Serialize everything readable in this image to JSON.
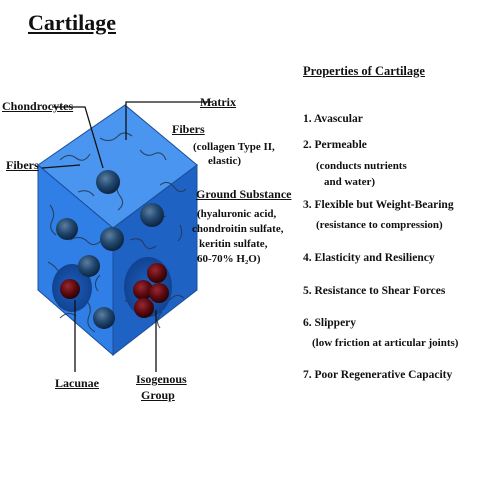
{
  "title": "Cartilage",
  "labels": {
    "chondrocytes": "Chondrocytes",
    "matrix": "Matrix",
    "fibers_left": "Fibers",
    "fibers_right": "Fibers",
    "fibers_detail_1": "(collagen Type II,",
    "fibers_detail_2": "elastic)",
    "ground_substance": "Ground Substance",
    "gs_detail_1": "(hyaluronic acid,",
    "gs_detail_2": "chondroitin sulfate,",
    "gs_detail_3": "keritin sulfate,",
    "gs_detail_4": "60-70% H₂O)",
    "lacunae": "Lacunae",
    "isogenous_1": "Isogenous",
    "isogenous_2": "Group"
  },
  "properties": {
    "heading": "Properties of Cartilage",
    "items": [
      {
        "label": "1. Avascular",
        "detail": ""
      },
      {
        "label": "2. Permeable",
        "detail": "(conducts nutrients",
        "detail2": "and water)"
      },
      {
        "label": "3. Flexible but Weight-Bearing",
        "detail": "(resistance to compression)"
      },
      {
        "label": "4. Elasticity and Resiliency",
        "detail": ""
      },
      {
        "label": "5. Resistance to Shear Forces",
        "detail": ""
      },
      {
        "label": "6. Slippery",
        "detail": "(low friction at articular joints)"
      },
      {
        "label": "7. Poor Regenerative Capacity",
        "detail": ""
      }
    ]
  },
  "colors": {
    "cube_front": "#2f7fe6",
    "cube_top": "#4a95ef",
    "cube_side": "#1e62c4",
    "cell": "#1a3d66",
    "red_cell": "#5a0a10"
  }
}
